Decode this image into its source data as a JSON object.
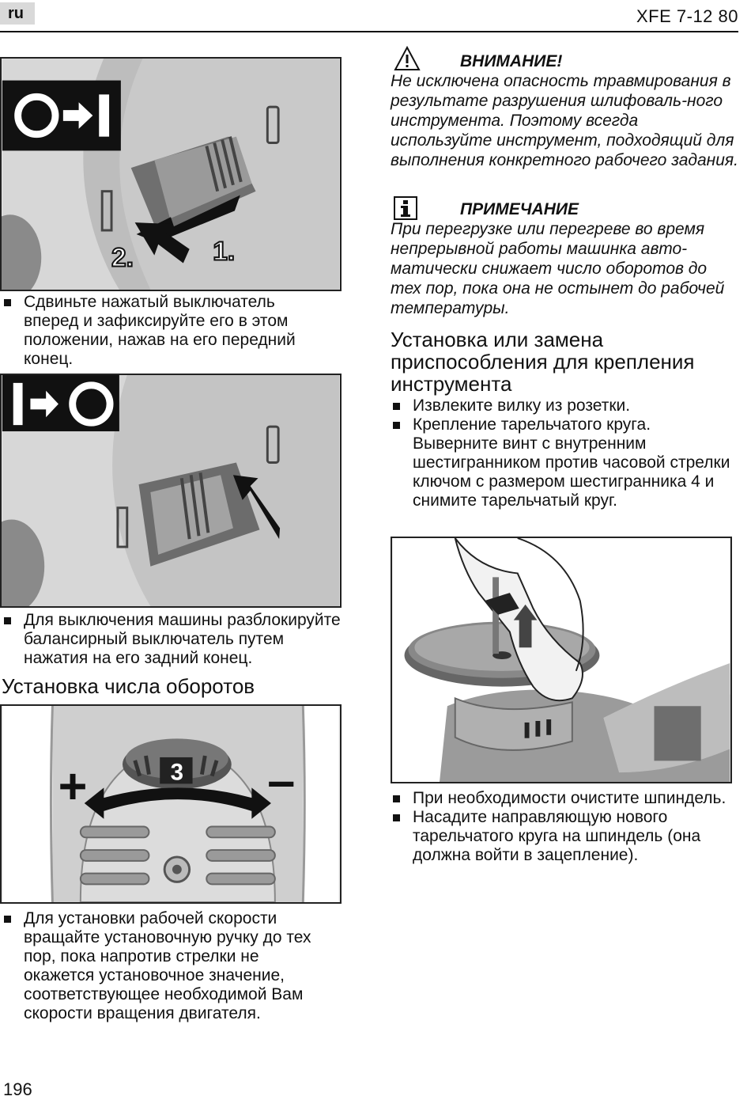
{
  "header": {
    "lang": "ru",
    "model": "XFE 7-12 80"
  },
  "left": {
    "fig_on": {
      "label_i": "I",
      "label_o": "0",
      "step1": "1.",
      "step2": "2."
    },
    "bullet_on": "Сдвиньте нажатый выключатель вперед и зафиксируйте его в этом положении, нажав на его передний конец.",
    "fig_off": {
      "label_i": "I",
      "label_o": "0"
    },
    "bullet_off": "Для выключения машины разблокируйте балансирный выключатель путем нажатия на его задний конец.",
    "speed_heading": "Установка числа оборотов",
    "fig_speed": {
      "plus": "+",
      "minus": "–",
      "dial_value": "3"
    },
    "bullet_speed": "Для установки рабочей скорости вращайте установочную ручку до тех пор, пока напротив стрелки не окажется установочное значение, соответствующее необходимой Вам скорости вращения двигателя."
  },
  "right": {
    "warning_title": "ВНИМАНИЕ!",
    "warning_text": "Не исключена опасность травмирования в результате разрушения шлифоваль-ного инструмента. Поэтому всегда используйте инструмент, подходящий для выполнения конкретного рабочего задания.",
    "note_title": "ПРИМЕЧАНИЕ",
    "note_text": "При перегрузке или перегреве во время непрерывной работы машинка авто-матически снижает число оборотов до тех пор, пока она не остынет до рабочей температуры.",
    "section_heading": "Установка или замена приспособления для крепления инструмента",
    "bullets_top": [
      "Извлеките вилку из розетки.",
      "Крепление тарельчатого круга. Выверните винт с внутренним шестигранником против часовой стрелки ключом с размером шестигранника 4 и снимите тарельчатый круг."
    ],
    "bullets_bottom": [
      "При необходимости очистите шпиндель.",
      "Насадите направляющую нового тарельчатого круга на шпиндель (она должна войти в зацепление)."
    ]
  },
  "footer": {
    "page_number": "196"
  }
}
